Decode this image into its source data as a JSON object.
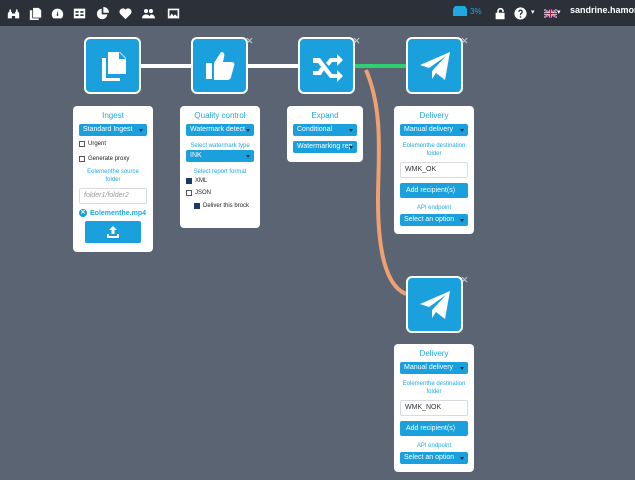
{
  "topbar": {
    "icons": [
      "binoculars-icon",
      "copy-icon",
      "dashboard-icon",
      "table-icon",
      "pie-chart-icon",
      "heartbeat-icon",
      "users-icon",
      "image-icon"
    ],
    "storage_percent": "3%",
    "user_name": "sandrine.hamon@"
  },
  "colors": {
    "accent": "#1aa0dc",
    "link_ok": "#2fd070",
    "link_nok": "#f0a070",
    "canvas": "#5a6472",
    "topbar": "#2c3038"
  },
  "nodes": {
    "ingest": {
      "title": "Ingest",
      "type_select": "Standard Ingest",
      "urgent_label": "Urgent",
      "urgent_checked": false,
      "proxy_label": "Generate proxy",
      "proxy_checked": false,
      "source_folder_label": "Eolementhe source folder",
      "source_folder_placeholder": "folder1/folder2",
      "file_name": "Eolementhe.mp4"
    },
    "quality_control": {
      "title": "Quality control",
      "type_select": "Watermark detect",
      "watermark_type_label": "Select watermark type",
      "watermark_type_select": "INK",
      "report_format_label": "Select report format",
      "xml_label": "XML",
      "xml_checked": true,
      "json_label": "JSON",
      "json_checked": false,
      "deliver_label": "Deliver this brock",
      "deliver_checked": true
    },
    "expand": {
      "title": "Expand",
      "type_select": "Conditional",
      "condition_select": "Watermarking rep"
    },
    "delivery_ok": {
      "title": "Delivery",
      "type_select": "Manual delivery",
      "dest_folder_label": "Eolementhe destination folder",
      "dest_folder_value": "WMK_OK",
      "add_recipient_label": "Add recipient(s)",
      "api_endpoint_label": "API endpoint",
      "api_select": "Select an option"
    },
    "delivery_nok": {
      "title": "Delivery",
      "type_select": "Manual delivery",
      "dest_folder_label": "Eolementhe destination folder",
      "dest_folder_value": "WMK_NOK",
      "add_recipient_label": "Add recipient(s)",
      "api_endpoint_label": "API endpoint",
      "api_select": "Select an option"
    }
  }
}
